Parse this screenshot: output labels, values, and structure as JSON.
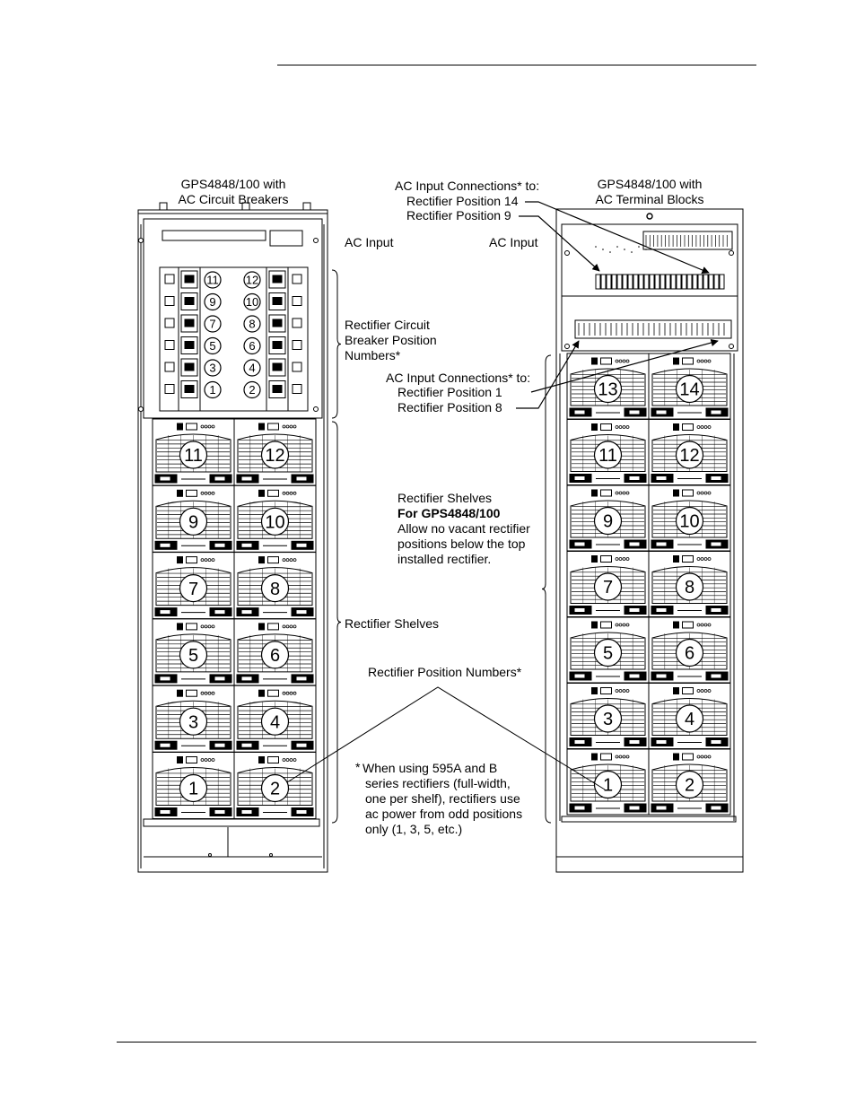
{
  "left_cabinet": {
    "title_line1": "GPS4848/100 with",
    "title_line2": "AC Circuit Breakers",
    "breaker_left_column": [
      "11",
      "9",
      "7",
      "5",
      "3",
      "1"
    ],
    "breaker_right_column": [
      "12",
      "10",
      "8",
      "6",
      "4",
      "2"
    ],
    "rectifier_rows": [
      [
        "11",
        "12"
      ],
      [
        "9",
        "10"
      ],
      [
        "7",
        "8"
      ],
      [
        "5",
        "6"
      ],
      [
        "3",
        "4"
      ],
      [
        "1",
        "2"
      ]
    ]
  },
  "right_cabinet": {
    "title_line1": "GPS4848/100 with",
    "title_line2": "AC Terminal Blocks",
    "rectifier_rows": [
      [
        "13",
        "14"
      ],
      [
        "11",
        "12"
      ],
      [
        "9",
        "10"
      ],
      [
        "7",
        "8"
      ],
      [
        "5",
        "6"
      ],
      [
        "3",
        "4"
      ],
      [
        "1",
        "2"
      ]
    ]
  },
  "labels": {
    "ac_input_connections_top": {
      "line1": "AC Input Connections* to:",
      "line2": "Rectifier Position 14",
      "line3": "Rectifier Position 9"
    },
    "ac_input_left": "AC Input",
    "ac_input_right": "AC Input",
    "breaker_position": {
      "line1": "Rectifier Circuit",
      "line2": "Breaker Position",
      "line3": "Numbers*"
    },
    "ac_input_connections_bottom": {
      "line1": "AC Input Connections* to:",
      "line2": "Rectifier Position 1",
      "line3": "Rectifier Position 8"
    },
    "rectifier_shelves_note": {
      "heading": "Rectifier Shelves",
      "bold_line": "For GPS4848/100",
      "line1": "Allow no vacant rectifier",
      "line2": "positions below the top",
      "line3": "installed rectifier."
    },
    "rectifier_shelves": "Rectifier Shelves",
    "rectifier_position_numbers": "Rectifier Position Numbers*",
    "footnote": {
      "star": "*",
      "line1": "When using 595A and B",
      "line2": "series rectifiers (full-width,",
      "line3": "one per shelf), rectifiers use",
      "line4": "ac power from odd positions",
      "line5": "only (1, 3, 5, etc.)"
    }
  }
}
